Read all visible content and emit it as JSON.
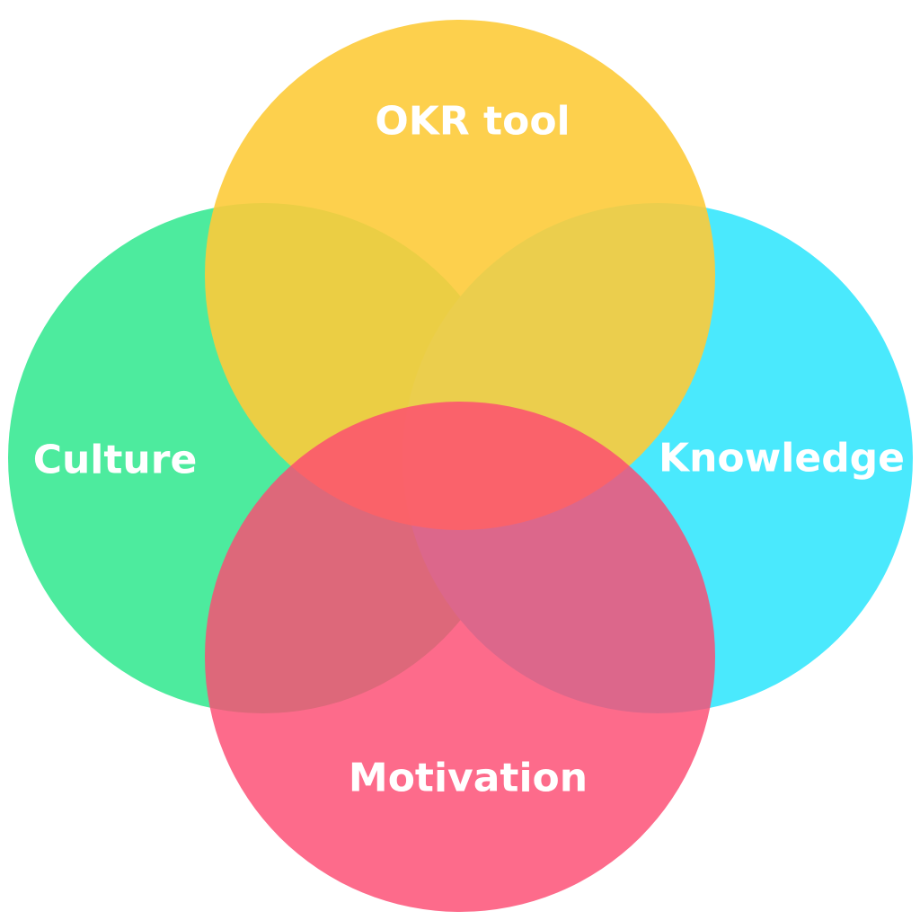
{
  "diagram": {
    "circles": [
      {
        "id": "culture",
        "label": "Culture",
        "color": "#4deb9e"
      },
      {
        "id": "knowledge",
        "label": "Knowledge",
        "color": "#4ae9fd"
      },
      {
        "id": "okr-tool",
        "label": "OKR tool",
        "color": "#fdcb3a"
      },
      {
        "id": "motivation",
        "label": "Motivation",
        "color": "#fd4a72"
      }
    ]
  }
}
